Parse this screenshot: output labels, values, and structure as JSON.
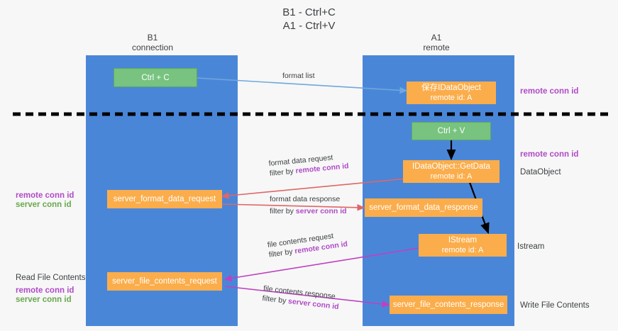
{
  "title": {
    "line1": "B1 - Ctrl+C",
    "line2": "A1 - Ctrl+V"
  },
  "columns": [
    {
      "name": "B1",
      "role": "connection"
    },
    {
      "name": "A1",
      "role": "remote"
    }
  ],
  "colors": {
    "lane": "#4a86d8",
    "box_orange": "#fbad4b",
    "box_green": "#77c37f",
    "purple": "#b04bc7",
    "green_text": "#6aa84f",
    "arrow_blue": "#6fa8dc",
    "arrow_red": "#e06666",
    "arrow_magenta": "#c040c0",
    "arrow_black": "#000000",
    "divider": "#000000",
    "background": "#f7f7f7"
  },
  "boxes": {
    "ctrl_c": {
      "label": "Ctrl + C"
    },
    "ctrl_v": {
      "label": "Ctrl + V"
    },
    "save_idataobject": {
      "label": "保存IDataObject",
      "sub": "remote id: A"
    },
    "getdata": {
      "label": "IDataObject::GetData",
      "sub": "remote id: A"
    },
    "istream": {
      "label": "IStream",
      "sub": "remote id: A"
    },
    "server_format_data_request": {
      "label": "server_format_data_request"
    },
    "server_format_data_response": {
      "label": "server_format_data_response"
    },
    "server_file_contents_request": {
      "label": "server_file_contents_request"
    },
    "server_file_contents_response": {
      "label": "server_file_contents_response"
    }
  },
  "flows": {
    "format_list": {
      "line1": "format list"
    },
    "format_data_request": {
      "line1": "format data request",
      "line2_prefix": "filter by ",
      "line2_key": "remote conn id"
    },
    "format_data_response": {
      "line1": "format data response",
      "line2_prefix": "filter by ",
      "line2_key": "server conn id"
    },
    "file_contents_request": {
      "line1": "file contents request",
      "line2_prefix": "filter by ",
      "line2_key": "remote conn id"
    },
    "file_contents_response": {
      "line1": "file contents response",
      "line2_prefix": "filter by ",
      "line2_key": "server conn id"
    }
  },
  "annotations": {
    "right_remote_conn_id_top": "remote conn id",
    "right_remote_conn_id_mid": "remote conn id",
    "right_dataobject": "DataObject",
    "right_istream": "Istream",
    "right_write_file_contents": "Write File Contents",
    "left_remote_conn_id_1": "remote conn id",
    "left_server_conn_id_1": "server conn id",
    "left_read_file_contents": "Read File Contents",
    "left_remote_conn_id_2": "remote conn id",
    "left_server_conn_id_2": "server conn id"
  }
}
